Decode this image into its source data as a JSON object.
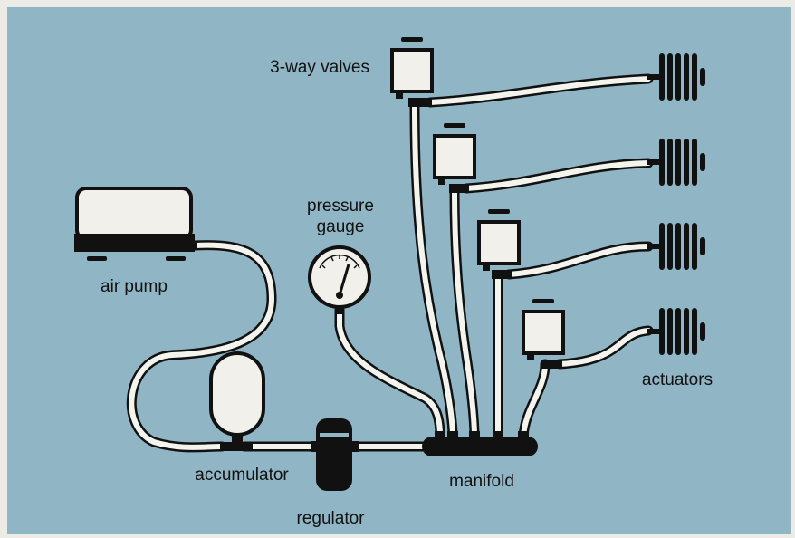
{
  "colors": {
    "background": "#90b6c6",
    "outer": "#ecebe6",
    "tube_fill": "#f4f4ef",
    "tube_edge": "#111111",
    "device_fill": "#f1f0ea",
    "dark": "#111111"
  },
  "labels": {
    "valves": "3-way valves",
    "pressure_gauge_line1": "pressure",
    "pressure_gauge_line2": "gauge",
    "air_pump": "air pump",
    "accumulator": "accumulator",
    "regulator": "regulator",
    "manifold": "manifold",
    "actuators": "actuators"
  }
}
